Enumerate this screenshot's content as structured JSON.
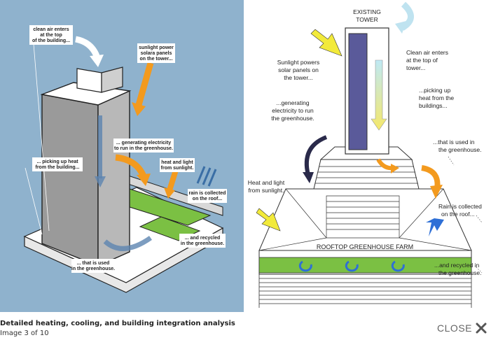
{
  "left_diagram": {
    "labels": {
      "clean_air_1": "clean air enters",
      "clean_air_2": "at the top",
      "clean_air_3": "of the building...",
      "sunlight_1": "sunlight power",
      "sunlight_2": "solara panels",
      "sunlight_3": "on the tower...",
      "generating_1": "... generating electricity",
      "generating_2": "to run in the greenhouse.",
      "picking_1": "... picking up heat",
      "picking_2": "from the building...",
      "heat_light_1": "heat and light",
      "heat_light_2": "from sunlight.",
      "rain_1": "rain is collected",
      "rain_2": "on the roof...",
      "recycled_1": "... and recycled",
      "recycled_2": "in the greenhouse.",
      "used_1": "... that is used",
      "used_2": "in the greenhouse."
    }
  },
  "right_diagram": {
    "labels": {
      "tower_1": "EXISTING",
      "tower_2": "TOWER",
      "sunlight_1": "Sunlight powers",
      "sunlight_2": "solar panels on",
      "sunlight_3": "the tower...",
      "clean_air_1": "Clean air enters",
      "clean_air_2": "at the top of",
      "clean_air_3": "tower...",
      "picking_1": "...picking up",
      "picking_2": "heat from the",
      "picking_3": "buildings...",
      "generating_1": "...generating",
      "generating_2": "electricity to run",
      "generating_3": "the greenhouse.",
      "used_1": "...that is used in",
      "used_2": "the greenhouse.",
      "heat_light_1": "Heat and light",
      "heat_light_2": "from sunlight.",
      "rain_1": "Rain is collected",
      "rain_2": "on the roof...",
      "farm": "ROOFTOP GREENHOUSE FARM",
      "recycled_1": "...and recycled in",
      "recycled_2": "the greenhouse."
    }
  },
  "caption": {
    "title": "Detailed heating, cooling, and building integration analysis",
    "counter": "Image 3 of 10"
  },
  "close": {
    "label": "CLOSE"
  },
  "colors": {
    "left_bg": "#8fb2cd",
    "orange": "#f39a1e",
    "green": "#7bc043",
    "blue_arrow": "#3a6ea5",
    "yellow_arrow": "#f2ea3a"
  }
}
